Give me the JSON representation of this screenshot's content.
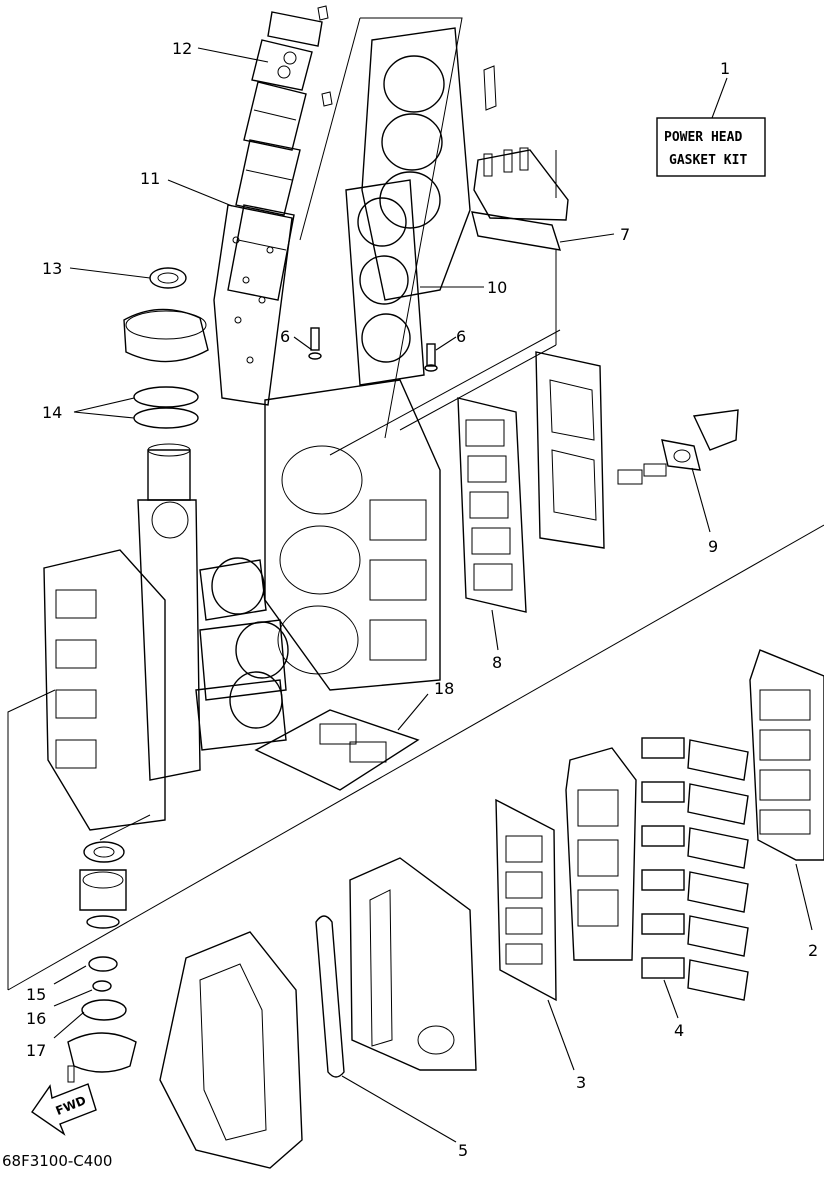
{
  "diagram": {
    "kit_box": {
      "line1": "POWER HEAD",
      "line2": "GASKET KIT"
    },
    "fwd_arrow": "FWD",
    "drawing_code": "68F3100-C400",
    "callouts": [
      "1",
      "2",
      "3",
      "4",
      "5",
      "6",
      "6",
      "7",
      "8",
      "9",
      "10",
      "11",
      "12",
      "13",
      "14",
      "15",
      "16",
      "17",
      "18"
    ]
  }
}
